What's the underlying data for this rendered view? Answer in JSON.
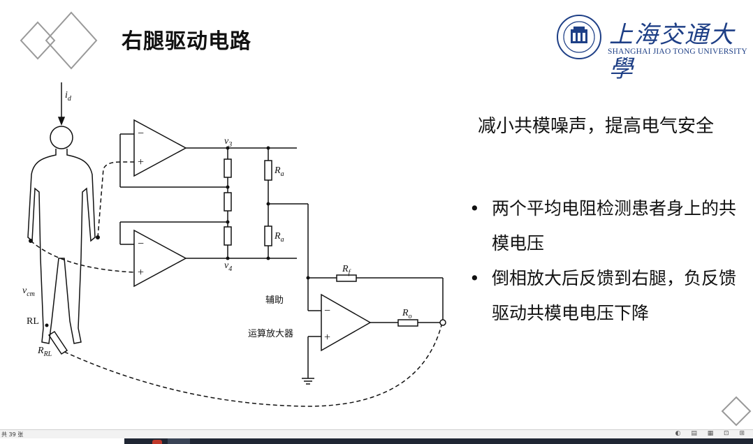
{
  "slide": {
    "title": "右腿驱动电路",
    "logo": {
      "name_cn": "上海交通大學",
      "name_en": "SHANGHAI JIAO TONG UNIVERSITY",
      "seal_icon": "university-seal-icon",
      "color": "#1e3f86"
    },
    "headline": "减小共模噪声，提高电气安全",
    "bullets": [
      {
        "marker": "•",
        "text": "两个平均电阻检测患者身上的共模电压"
      },
      {
        "marker": "•",
        "text": "倒相放大后反馈到右腿，负反馈驱动共模电电压下降"
      }
    ],
    "figure": {
      "labels": {
        "id": "i",
        "id_sub": "d",
        "v3": "v",
        "v3_sub": "3",
        "v4": "v",
        "v4_sub": "4",
        "ra1": "R",
        "ra1_sub": "a",
        "ra2": "R",
        "ra2_sub": "a",
        "rf": "R",
        "rf_sub": "f",
        "ro": "R",
        "ro_sub": "o",
        "vcm": "v",
        "vcm_sub": "cm",
        "rl": "RL",
        "rrl": "R",
        "rrl_sub": "RL",
        "aux_line1": "辅助",
        "aux_line2": "运算放大器",
        "minus": "−",
        "plus": "+"
      }
    }
  },
  "status_bar": {
    "slide_count": "共 39 张",
    "icons": "◐ ▤ ▦ ⊡ ⊞"
  }
}
